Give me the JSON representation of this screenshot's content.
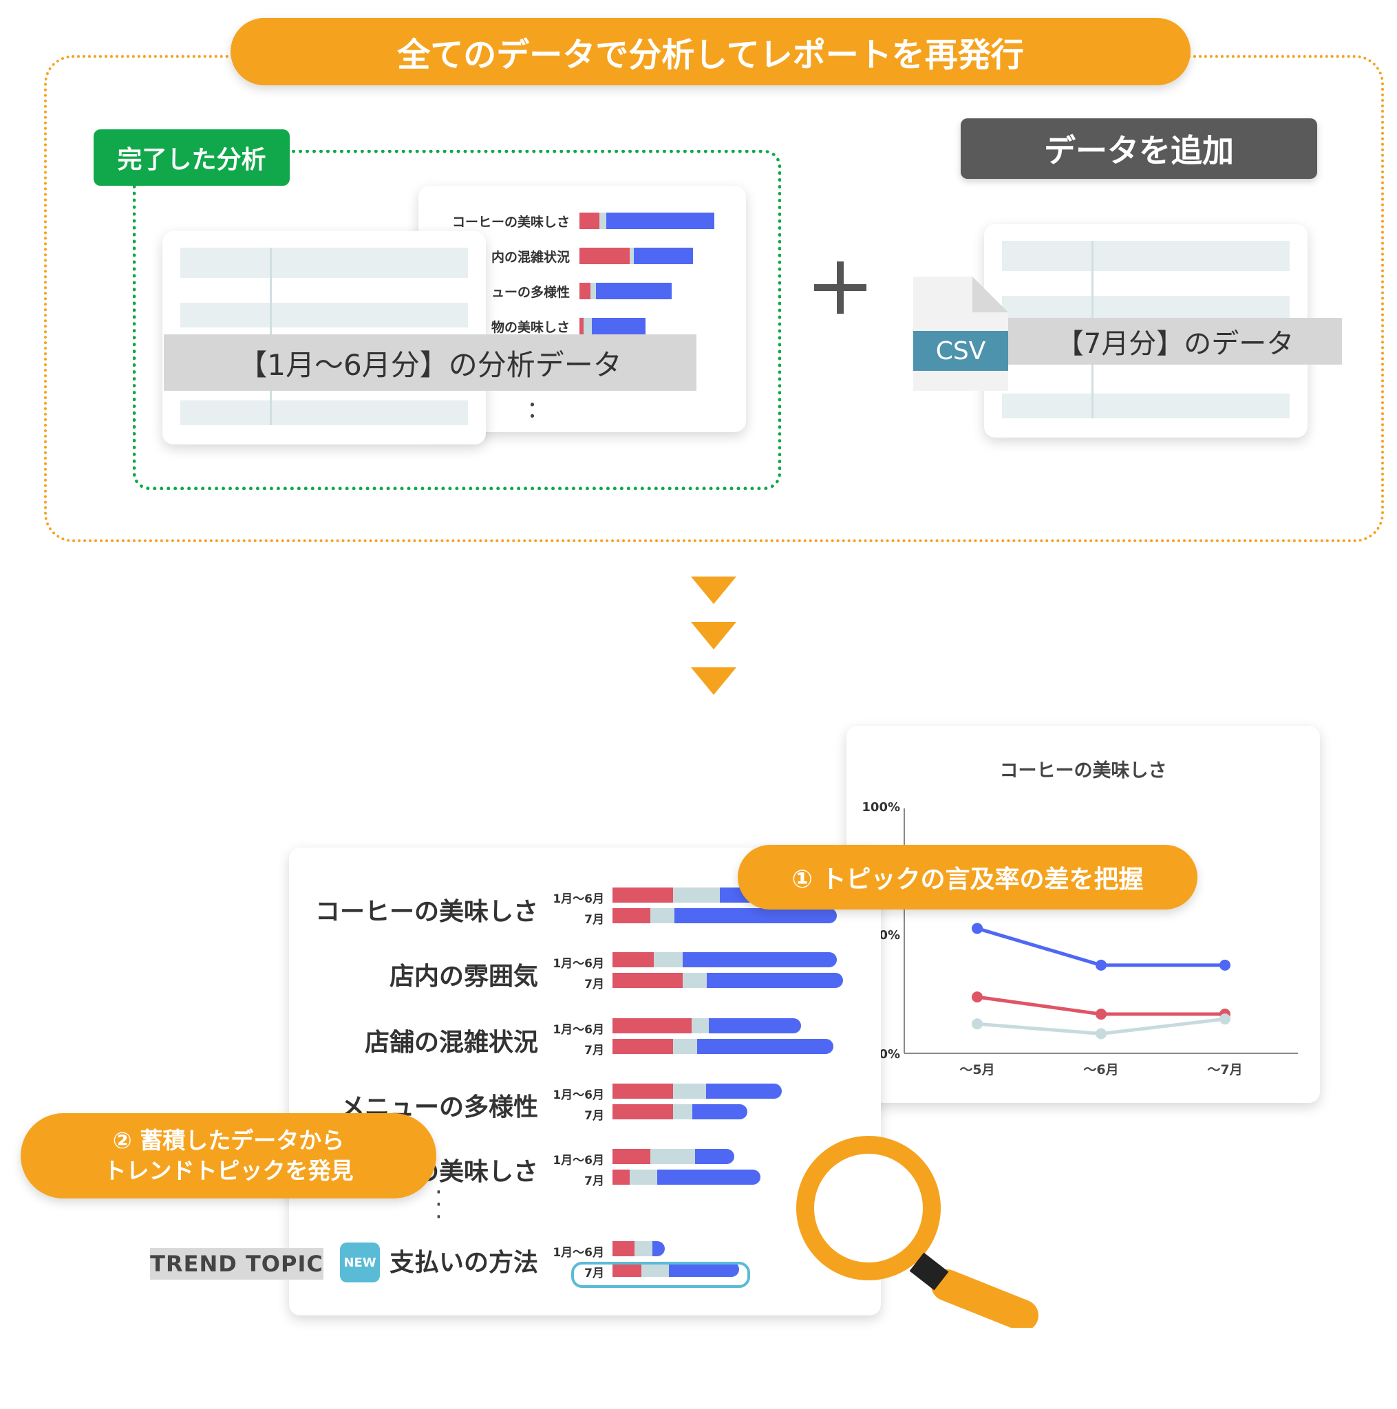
{
  "top": {
    "banner": "全てのデータで分析してレポートを再発行",
    "done_tag": "完了した分析",
    "add_data_tag": "データを追加",
    "band_a": "【1月〜6月分】の分析データ",
    "band_b": "【7月分】のデータ",
    "csv_label": "CSV",
    "dots": "：",
    "mini_chart": {
      "labels": [
        "コーヒーの美味しさ",
        "内の混雑状況",
        "ューの多様性",
        "物の美味しさ"
      ],
      "red": [
        0.15,
        0.37,
        0.08,
        0.03
      ],
      "grey": [
        0.05,
        0.03,
        0.04,
        0.06
      ],
      "blue": [
        0.8,
        0.44,
        0.56,
        0.4
      ]
    }
  },
  "line_chart": {
    "title": "コーヒーの美味しさ",
    "y_ticks": [
      "100%",
      "0%",
      "0%"
    ],
    "x_ticks": [
      "〜5月",
      "〜6月",
      "〜7月"
    ]
  },
  "chart_data": {
    "type": "line",
    "title": "コーヒーの美味しさ",
    "x": [
      "〜5月",
      "〜6月",
      "〜7月"
    ],
    "ylim": [
      0,
      100
    ],
    "series": [
      {
        "values": [
          51,
          36,
          36
        ],
        "color": "#4f68f4"
      },
      {
        "values": [
          23,
          16,
          16
        ],
        "color": "#de5566"
      },
      {
        "values": [
          12,
          8,
          14
        ],
        "color": "#c7dbdf"
      }
    ]
  },
  "bars": {
    "period_a": "1月〜6月",
    "period_b": "7月",
    "topics": [
      {
        "label": "コーヒーの美味しさ",
        "a": [
          88,
          68,
          70
        ],
        "b": [
          55,
          35,
          236
        ]
      },
      {
        "label": "店内の雰囲気",
        "a": [
          60,
          42,
          224
        ],
        "b": [
          102,
          35,
          198
        ]
      },
      {
        "label": "店舗の混雑状況",
        "a": [
          115,
          25,
          134
        ],
        "b": [
          88,
          35,
          198
        ]
      },
      {
        "label": "メニューの多様性",
        "a": [
          88,
          48,
          110
        ],
        "b": [
          88,
          28,
          80
        ]
      },
      {
        "label": "の美味しさ",
        "a": [
          55,
          65,
          57
        ],
        "b": [
          25,
          40,
          150
        ]
      },
      {
        "label": "支払いの方法",
        "a": [
          32,
          26,
          18
        ],
        "b": [
          42,
          40,
          102
        ]
      }
    ]
  },
  "badges": {
    "one": "① トピックの言及率の差を把握",
    "two_line1": "② 蓄積したデータから",
    "two_line2": "トレンドトピックを発見"
  },
  "trend_tag": "TREND TOPIC",
  "new_tag": "NEW",
  "colors": {
    "orange": "#f5a31f",
    "green": "#10a84a",
    "red": "#de5566",
    "grey": "#c7dbdf",
    "blue": "#4f68f4",
    "teal": "#59bbd6"
  }
}
